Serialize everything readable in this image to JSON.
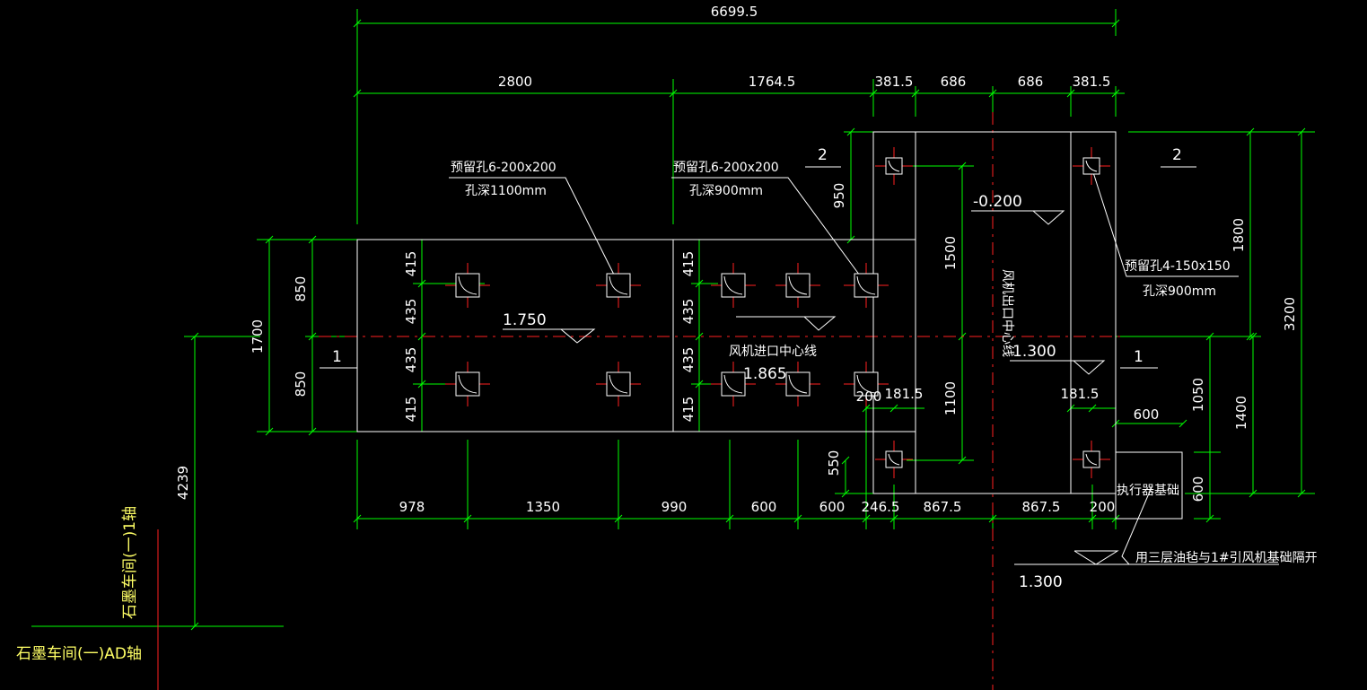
{
  "colors": {
    "background": "#000000",
    "dimension": "#00ff00",
    "outline": "#ffffff",
    "center_line": "#ff2020",
    "axis_text": "#ffff66"
  },
  "dims_top": {
    "total": "6699.5",
    "d1": "2800",
    "d2": "1764.5",
    "d3": "381.5",
    "d4": "686",
    "d5": "686",
    "d6": "381.5"
  },
  "dims_bottom": {
    "b1": "978",
    "b2": "1350",
    "b3": "990",
    "b4": "600",
    "b5": "600",
    "b6": "246.5",
    "b7": "867.5",
    "b8": "867.5",
    "b9": "200"
  },
  "dims_left": {
    "l850a": "850",
    "l850b": "850",
    "l1700": "1700",
    "l4239": "4239"
  },
  "dims_inner": {
    "i415a": "415",
    "i435a": "435",
    "i435b": "435",
    "i415b": "415",
    "j415a": "415",
    "j435a": "435",
    "j435b": "435",
    "j415b": "415"
  },
  "dims_right": {
    "r950": "950",
    "r1500": "1500",
    "r1100": "1100",
    "r550": "550",
    "r1800": "1800",
    "r3200": "3200",
    "r1050": "1050",
    "r1400": "1400",
    "r600v": "600",
    "r600h": "600",
    "r200": "200",
    "r181a": "181.5",
    "r181b": "181.5"
  },
  "notes": {
    "hole1_a": "预留孔6-200x200",
    "hole1_b": "孔深1100mm",
    "hole2_a": "预留孔6-200x200",
    "hole2_b": "孔深900mm",
    "hole3_a": "预留孔4-150x150",
    "hole3_b": "孔深900mm",
    "fan_inlet": "风机进口中心线",
    "fan_outlet": "风机出口中心线",
    "actuator": "执行器基础",
    "isolation": "用三层油毡与1#引风机基础隔开"
  },
  "elevations": {
    "e1": "1.750",
    "e2": "1.865",
    "e3": "-0.200",
    "e4": "1.300",
    "e5": "1.300"
  },
  "sections": {
    "s1l": "1",
    "s1r": "1",
    "s2l": "2",
    "s2r": "2"
  },
  "axes": {
    "axis1": "石墨车间(一)1轴",
    "axisAD": "石墨车间(一)AD轴"
  }
}
